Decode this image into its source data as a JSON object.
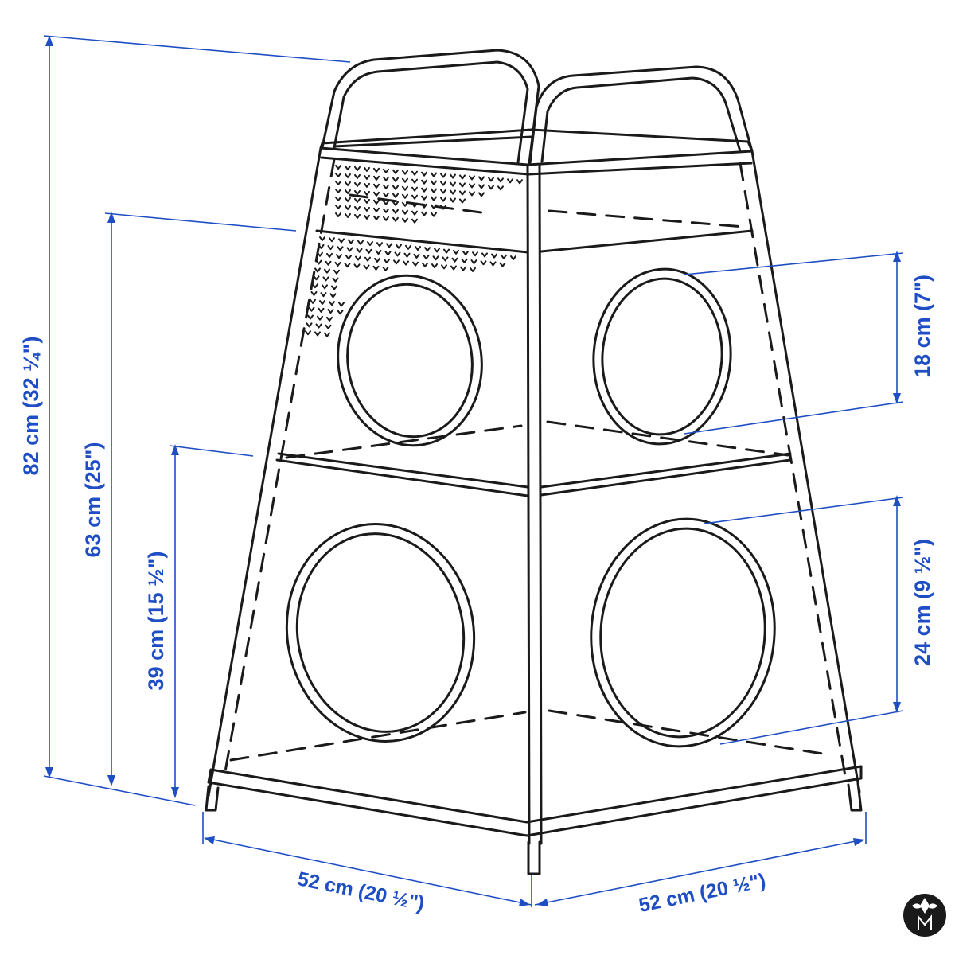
{
  "dimensions": {
    "total_height": "82 cm (32 ¼\")",
    "middle_shelf_height": "63 cm (25\")",
    "lower_shelf_height": "39 cm (15 ½\")",
    "upper_opening": "18 cm (7\")",
    "lower_opening": "24 cm (9 ½\")",
    "width_left": "52 cm (20 ½\")",
    "width_right": "52 cm (20 ½\")"
  },
  "colors": {
    "dimension_line": "#1f4ec4",
    "drawing_line": "#1a1a1a",
    "badge_background": "#1a1a1a",
    "badge_mark": "#ffffff"
  }
}
